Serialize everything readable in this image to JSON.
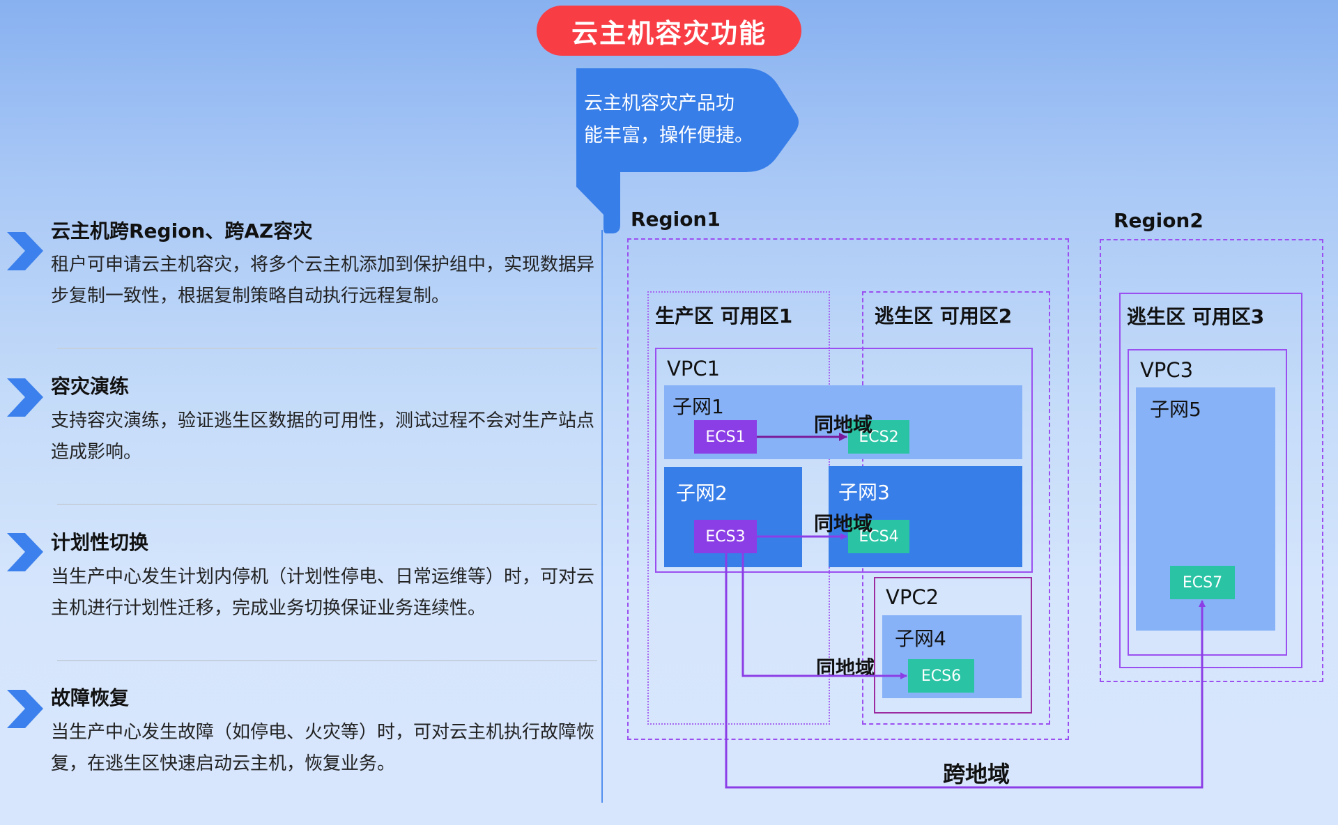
{
  "header": {
    "title": "云主机容灾功能",
    "bubble_line1": "云主机容灾产品功",
    "bubble_line2": "能丰富，操作便捷。"
  },
  "features": [
    {
      "title": "云主机跨Region、跨AZ容灾",
      "desc": "租户可申请云主机容灾，将多个云主机添加到保护组中，实现数据异步复制一致性，根据复制策略自动执行远程复制。",
      "icon": "chevron-right-icon"
    },
    {
      "title": "容灾演练",
      "desc": "支持容灾演练，验证逃生区数据的可用性，测试过程不会对生产站点造成影响。",
      "icon": "chevron-right-icon"
    },
    {
      "title": "计划性切换",
      "desc": "当生产中心发生计划内停机（计划性停电、日常运维等）时，可对云主机进行计划性迁移，完成业务切换保证业务连续性。",
      "icon": "chevron-right-icon"
    },
    {
      "title": "故障恢复",
      "desc": "当生产中心发生故障（如停电、火灾等）时，可对云主机执行故障恢复，在逃生区快速启动云主机，恢复业务。",
      "icon": "chevron-right-icon"
    }
  ],
  "diagram": {
    "region1": {
      "label": "Region1",
      "az1": "生产区 可用区1",
      "az2": "逃生区 可用区2",
      "vpc1": "VPC1",
      "vpc2": "VPC2",
      "subnet1": "子网1",
      "subnet2": "子网2",
      "subnet3": "子网3",
      "subnet4": "子网4",
      "ecs1": "ECS1",
      "ecs2": "ECS2",
      "ecs3": "ECS3",
      "ecs4": "ECS4",
      "ecs6": "ECS6"
    },
    "region2": {
      "label": "Region2",
      "az3": "逃生区 可用区3",
      "vpc3": "VPC3",
      "subnet5": "子网5",
      "ecs7": "ECS7"
    },
    "links": {
      "same_region": "同地域",
      "cross_region": "跨地域"
    },
    "colors": {
      "title_red": "#f83d45",
      "accent_blue": "#377ee9",
      "subnet_light": "#87b2f8",
      "ecs_purple": "#8c3ee6",
      "ecs_green": "#2ac4a5",
      "line_purple": "#8c3ee6"
    }
  }
}
